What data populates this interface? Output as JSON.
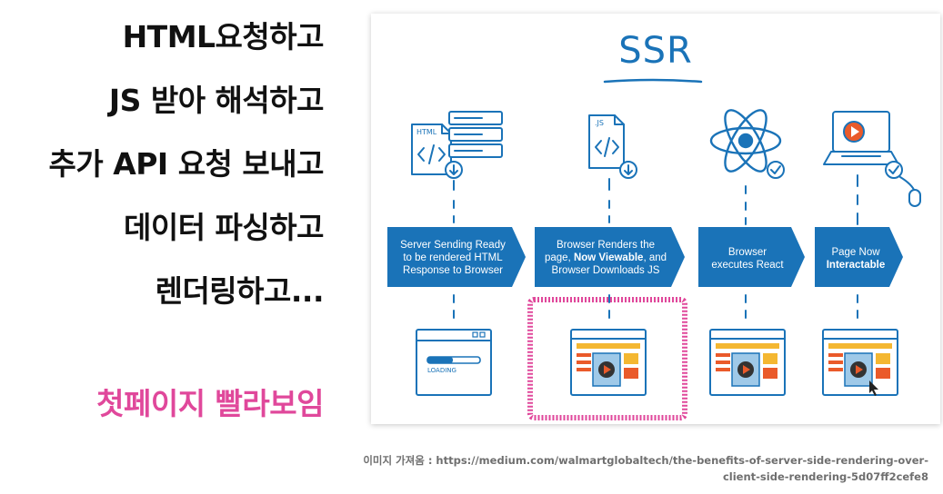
{
  "left_text": {
    "line1": "HTML요청하고",
    "line2": "JS 받아 해석하고",
    "line3": "추가 API 요청 보내고",
    "line4": "데이터 파싱하고",
    "line5": "렌더링하고...",
    "highlight": "첫페이지 빨라보임"
  },
  "diagram": {
    "title": "SSR",
    "html_file_label": "HTML",
    "js_file_label": ".JS",
    "loading_label": "LOADING",
    "stages": [
      {
        "text_1": "Server Sending Ready",
        "text_2": "to be rendered HTML",
        "text_3": "Response to Browser"
      },
      {
        "text_1": "Browser Renders the",
        "text_2_pre": "page, ",
        "text_2_bold": "Now Viewable",
        "text_2_post": ", and",
        "text_3": "Browser Downloads JS"
      },
      {
        "text_1": "Browser",
        "text_2": "executes React"
      },
      {
        "text_1": "Page Now",
        "text_2_bold": "Interactable"
      }
    ],
    "colors": {
      "blue": "#1a73b8",
      "highlight_box": "#e0489b",
      "yellow": "#f4b731",
      "orange": "#ea5a2a"
    }
  },
  "caption": {
    "line1": "이미지 가져옴 : https://medium.com/walmartglobaltech/the-benefits-of-server-side-rendering-over-",
    "line2": "client-side-rendering-5d07ff2cefe8"
  }
}
